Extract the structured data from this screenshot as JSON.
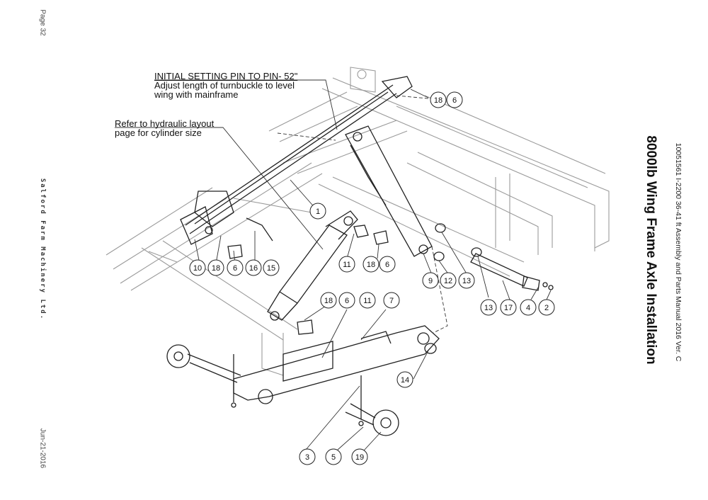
{
  "header": {
    "page_number": "Page 32",
    "company": "Salford Farm Machinery Ltd.",
    "date": "Jun-21-2016",
    "manual_reference": "10051561 I-2200 36-41 ft Assembly and Parts Manual 2016 Ver. C",
    "title": "8000lb Wing Frame Axle Installation"
  },
  "notes": {
    "initial_setting_line1": "INITIAL SETTING PIN TO PIN- 52\"",
    "initial_setting_line2": "Adjust length of turnbuckle to level",
    "initial_setting_line3": "wing with mainframe",
    "hydraulic_line1": "Refer to hydraulic layout",
    "hydraulic_line2": "page for cylinder size"
  },
  "callouts": [
    {
      "label": "18"
    },
    {
      "label": "6"
    },
    {
      "label": "1"
    },
    {
      "label": "10"
    },
    {
      "label": "18"
    },
    {
      "label": "6"
    },
    {
      "label": "16"
    },
    {
      "label": "15"
    },
    {
      "label": "11"
    },
    {
      "label": "18"
    },
    {
      "label": "6"
    },
    {
      "label": "9"
    },
    {
      "label": "12"
    },
    {
      "label": "13"
    },
    {
      "label": "13"
    },
    {
      "label": "17"
    },
    {
      "label": "4"
    },
    {
      "label": "2"
    },
    {
      "label": "18"
    },
    {
      "label": "6"
    },
    {
      "label": "11"
    },
    {
      "label": "7"
    },
    {
      "label": "14"
    },
    {
      "label": "3"
    },
    {
      "label": "5"
    },
    {
      "label": "19"
    }
  ]
}
